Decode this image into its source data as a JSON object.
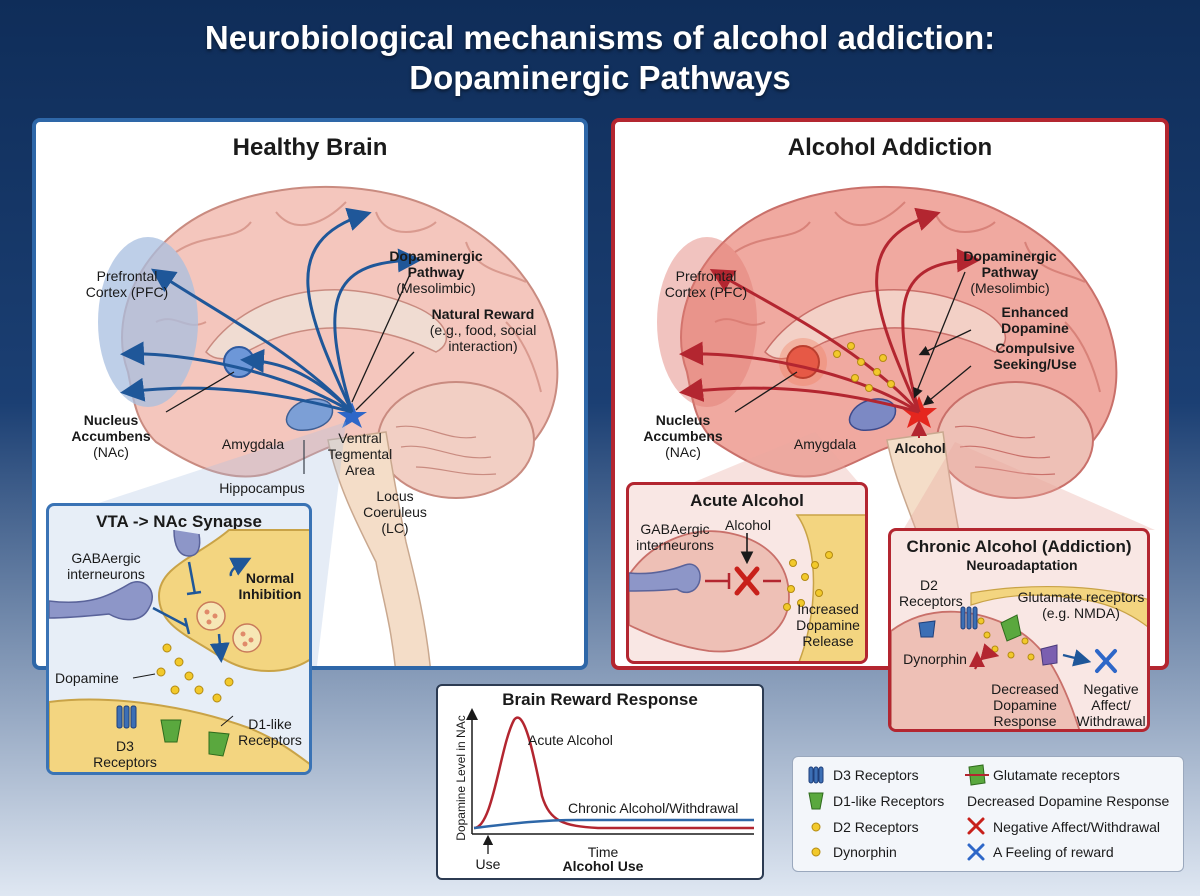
{
  "title_line1": "Neurobiological mechanisms of alcohol addiction:",
  "title_line2": "Dopaminergic Pathways",
  "healthy": {
    "title": "Healthy Brain",
    "pfc": "Prefrontal Cortex (PFC)",
    "pathway": "Dopaminergic Pathway",
    "pathway_sub": "(Mesolimbic)",
    "reward": "Natural Reward",
    "reward_sub": "(e.g., food, social interaction)",
    "nac": "Nucleus Accumbens",
    "nac_abbr": "(NAc)",
    "amygdala": "Amygdala",
    "vta": "Ventral Tegmental Area",
    "hippocampus": "Hippocampus",
    "lc": "Locus Coeruleus (LC)"
  },
  "synapse": {
    "title": "VTA -> NAc Synapse",
    "gaba": "GABAergic interneurons",
    "inhibition": "Normal Inhibition",
    "dopamine": "Dopamine",
    "d1": "D1-like Receptors",
    "d3": "D3 Receptors"
  },
  "addiction": {
    "title": "Alcohol Addiction",
    "pfc": "Prefrontal Cortex (PFC)",
    "pathway": "Dopaminergic Pathway",
    "pathway_sub": "(Mesolimbic)",
    "enhanced": "Enhanced Dopamine",
    "compulsive": "Compulsive Seeking/Use",
    "nac": "Nucleus Accumbens",
    "nac_abbr": "(NAc)",
    "amygdala": "Amygdala",
    "alcohol": "Alcohol"
  },
  "acute": {
    "title": "Acute Alcohol",
    "gaba": "GABAergic interneurons",
    "alcohol": "Alcohol",
    "release": "Increased Dopamine Release"
  },
  "chronic": {
    "title": "Chronic Alcohol (Addiction)",
    "subtitle": "Neuroadaptation",
    "d2": "D2 Receptors",
    "glutamate": "Glutamate receptors (e.g. NMDA)",
    "dynorphin": "Dynorphin",
    "decreased": "Decreased Dopamine Response",
    "negative": "Negative Affect/ Withdrawal"
  },
  "graph": {
    "title": "Brain Reward Response",
    "ylabel": "Dopamine Level in NAc",
    "acute_label": "Acute Alcohol",
    "chronic_label": "Chronic Alcohol/Withdrawal",
    "use": "Use",
    "time": "Time",
    "xlabel": "Alcohol Use"
  },
  "legend": {
    "items": [
      {
        "label": "D3 Receptors",
        "icon": "d3-receptor-icon"
      },
      {
        "label": "Glutamate receptors",
        "icon": "glutamate-receptor-icon"
      },
      {
        "label": "D1-like Receptors",
        "icon": "d1-receptor-icon"
      },
      {
        "label": "Decreased Dopamine Response",
        "icon": "none"
      },
      {
        "label": "D2 Receptors",
        "icon": "dot-icon"
      },
      {
        "label": "Negative Affect/Withdrawal",
        "icon": "red-x-icon"
      },
      {
        "label": "Dynorphin",
        "icon": "dot-icon"
      },
      {
        "label": "A Feeling of reward",
        "icon": "blue-x-icon"
      }
    ]
  },
  "colors": {
    "healthy_accent": "#2e67a8",
    "addiction_accent": "#b32630",
    "brain_pink": "#f4c6bd",
    "neuron_yellow": "#f3d580",
    "dopamine_dot": "#f2c92b"
  }
}
